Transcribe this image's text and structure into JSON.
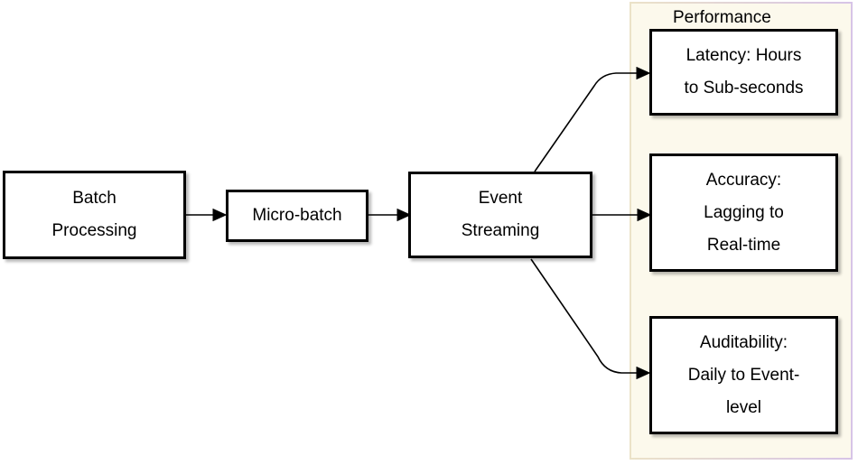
{
  "diagram": {
    "panel": {
      "title": "Performance"
    },
    "nodes": {
      "batch_processing": {
        "lines": [
          "Batch",
          "Processing"
        ]
      },
      "micro_batch": {
        "lines": [
          "Micro-batch"
        ]
      },
      "event_streaming": {
        "lines": [
          "Event",
          "Streaming"
        ]
      },
      "latency": {
        "lines": [
          "Latency: Hours",
          "to Sub-seconds"
        ]
      },
      "accuracy": {
        "lines": [
          "Accuracy:",
          "Lagging to",
          "Real-time"
        ]
      },
      "auditability": {
        "lines": [
          "Auditability:",
          "Daily to Event-",
          "level"
        ]
      }
    },
    "colors": {
      "node_border": "#000000",
      "node_fill": "#ffffff",
      "text": "#000000",
      "arrow": "#000000",
      "panel_fill": "#fcf9ec",
      "panel_border_left": "#ebe2c8",
      "panel_border_right": "#d7c4e7"
    }
  }
}
